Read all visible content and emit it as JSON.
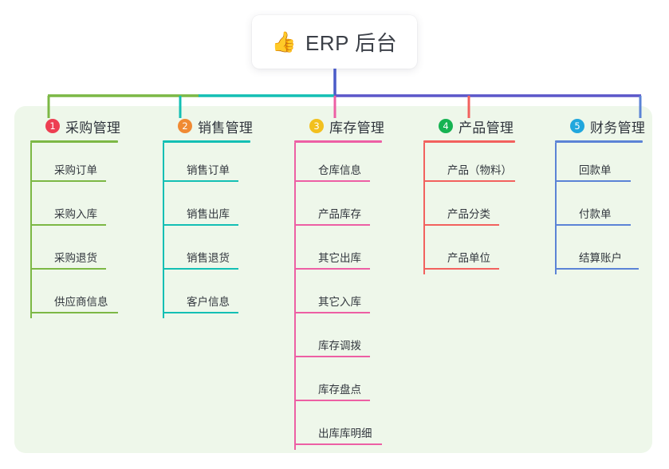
{
  "diagram": {
    "root": {
      "icon": "thumbs-up-icon",
      "icon_glyph": "👍",
      "title": "ERP 后台"
    },
    "panel_color": "#eef7ea",
    "branches": [
      {
        "number": "1",
        "title": "采购管理",
        "badge_color": "#ed3f52",
        "line_color": "#7cb845",
        "items": [
          {
            "label": "采购订单"
          },
          {
            "label": "采购入库"
          },
          {
            "label": "采购退货"
          },
          {
            "label": "供应商信息"
          }
        ]
      },
      {
        "number": "2",
        "title": "销售管理",
        "badge_color": "#f08a33",
        "line_color": "#13bfb4",
        "items": [
          {
            "label": "销售订单"
          },
          {
            "label": "销售出库"
          },
          {
            "label": "销售退货"
          },
          {
            "label": "客户信息"
          }
        ]
      },
      {
        "number": "3",
        "title": "库存管理",
        "badge_color": "#f2c01e",
        "line_color": "#ed5fa4",
        "items": [
          {
            "label": "仓库信息"
          },
          {
            "label": "产品库存"
          },
          {
            "label": "其它出库"
          },
          {
            "label": "其它入库"
          },
          {
            "label": "库存调拨"
          },
          {
            "label": "库存盘点"
          },
          {
            "label": "出库库明细"
          }
        ]
      },
      {
        "number": "4",
        "title": "产品管理",
        "badge_color": "#16b352",
        "line_color": "#f2615e",
        "items": [
          {
            "label": "产品（物料）"
          },
          {
            "label": "产品分类"
          },
          {
            "label": "产品单位"
          }
        ]
      },
      {
        "number": "5",
        "title": "财务管理",
        "badge_color": "#21a7dd",
        "line_color": "#5b83d6",
        "items": [
          {
            "label": "回款单"
          },
          {
            "label": "付款单"
          },
          {
            "label": "结算账户"
          }
        ]
      }
    ],
    "connector": {
      "trunk_color": "#4a5bc8",
      "bus_segments": [
        {
          "color": "#7cb845"
        },
        {
          "color": "#13bfb4"
        },
        {
          "color": "#5b57c9"
        }
      ]
    }
  }
}
